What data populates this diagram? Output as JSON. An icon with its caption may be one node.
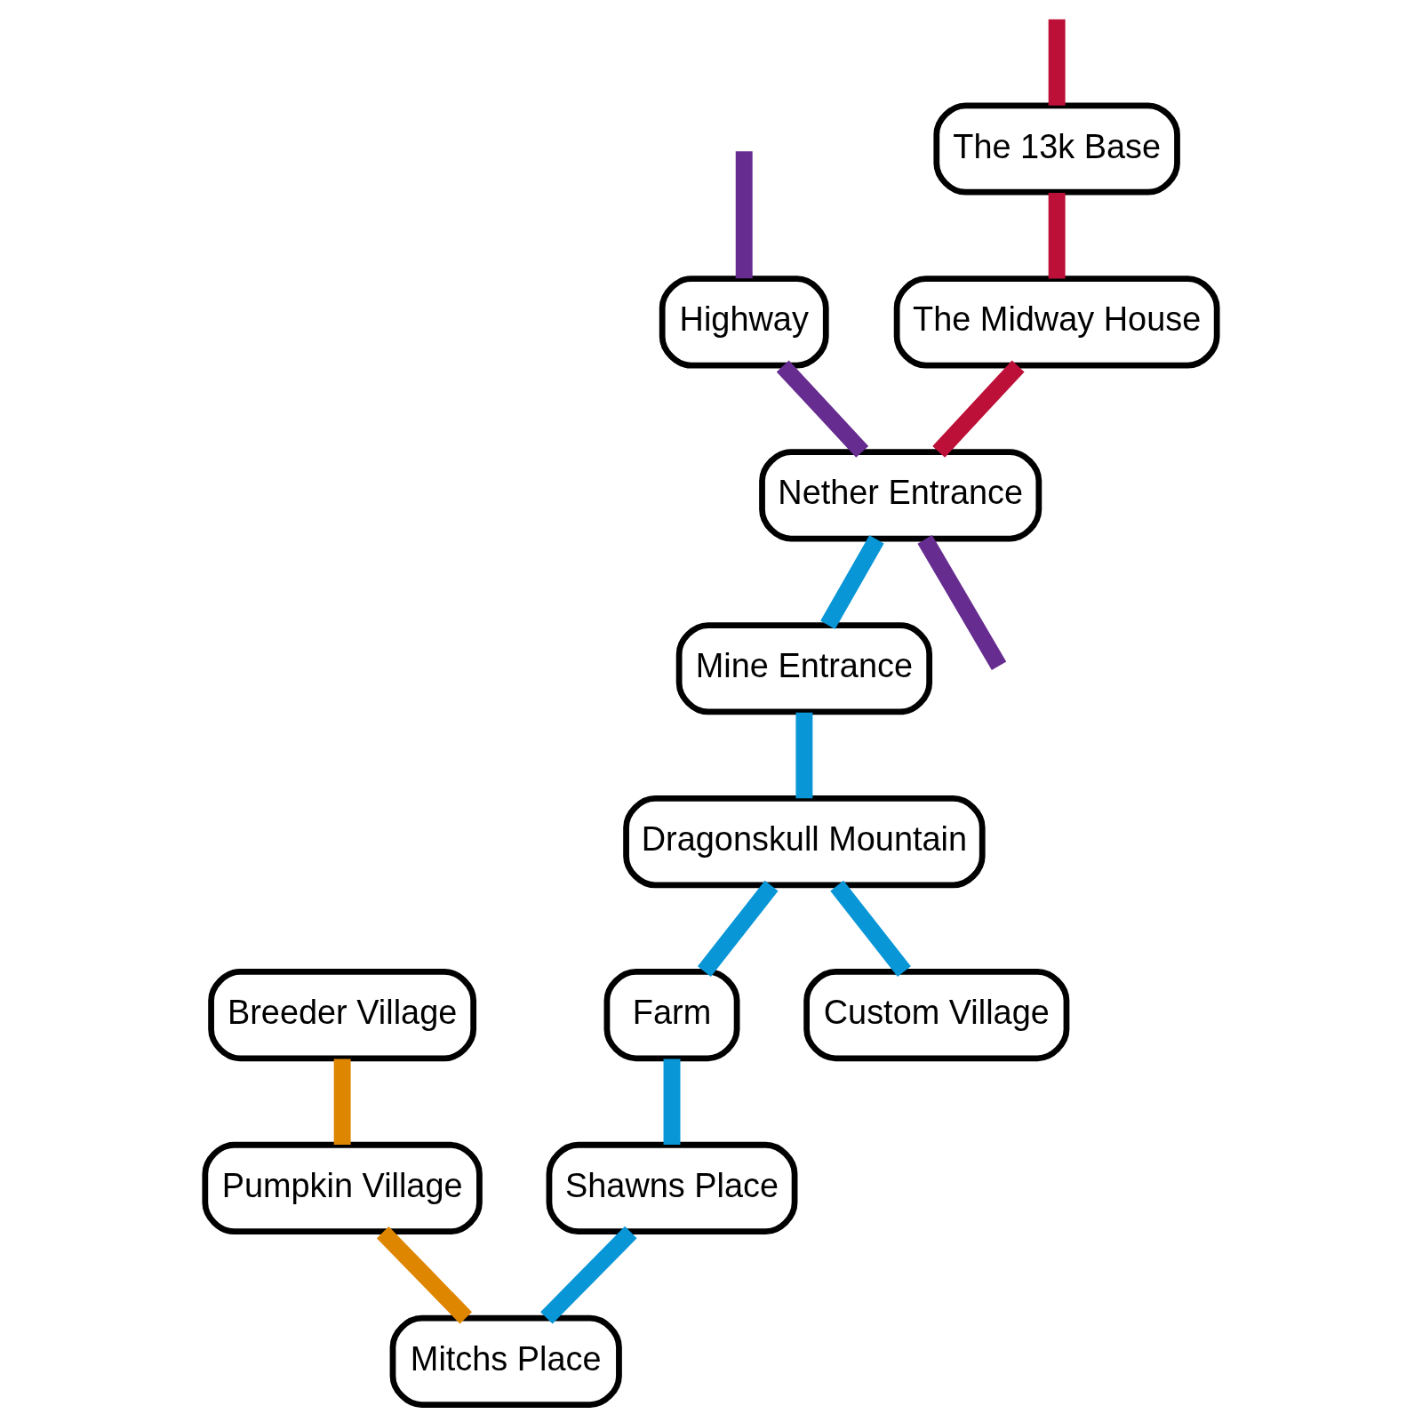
{
  "diagram": {
    "nodes": [
      {
        "text": [
          "The 13k Base"
        ]
      },
      {
        "text": [
          "The Midway House"
        ]
      },
      {
        "text": [
          "Breeder Village"
        ]
      },
      {
        "text": [
          "Highway"
        ]
      },
      {
        "text": [
          "Nether Entrance"
        ]
      },
      {
        "text": [
          "Mine Entrance"
        ]
      },
      {
        "text": [
          "Farm"
        ]
      },
      {
        "text": [
          "Dragonskull Mountain"
        ]
      },
      {
        "text": [
          "Custom Village"
        ]
      },
      {
        "text": [
          "Shawns Place"
        ]
      },
      {
        "text": [
          "Pumpkin Village"
        ]
      },
      {
        "text": [
          "Mitchs Place"
        ]
      }
    ],
    "edges": [
      {
        "from": null,
        "to": 0,
        "arrow": "none",
        "color": "#bd1038"
      },
      {
        "from": 0,
        "to": 1,
        "arrow": "none",
        "color": "#bd1038"
      },
      {
        "from": 1,
        "to": 4,
        "arrow": "none",
        "color": "#bd1038"
      },
      {
        "from": null,
        "to": 3,
        "arrow": "none",
        "color": "#662c90"
      },
      {
        "from": 3,
        "to": 4,
        "arrow": "none",
        "color": "#662c90"
      },
      {
        "from": 4,
        "to": null,
        "arrow": "none",
        "color": "#662c90"
      },
      {
        "from": 2,
        "to": 10,
        "arrow": "none",
        "color": "#df8600"
      },
      {
        "from": 10,
        "to": 11,
        "arrow": "none",
        "color": "#df8600"
      },
      {
        "from": 4,
        "to": 5,
        "arrow": "none"
      },
      {
        "from": 5,
        "to": 7,
        "arrow": "none"
      },
      {
        "from": 7,
        "to": 8,
        "arrow": "none"
      },
      {
        "from": 7,
        "to": 6,
        "arrow": "none"
      },
      {
        "from": 6,
        "to": 9,
        "arrow": "none"
      },
      {
        "from": 9,
        "to": 11,
        "arrow": "none"
      }
    ]
  }
}
